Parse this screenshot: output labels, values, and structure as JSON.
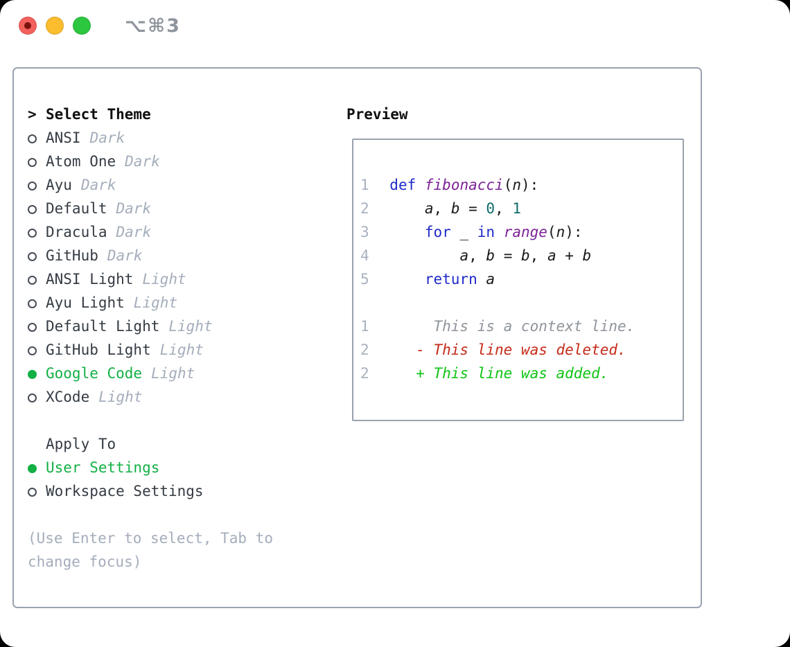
{
  "window": {
    "title": "⌥⌘3"
  },
  "theme_selector": {
    "prompt": ">",
    "title": "Select Theme",
    "items": [
      {
        "name": "ANSI",
        "variant": "Dark",
        "selected": false
      },
      {
        "name": "Atom One",
        "variant": "Dark",
        "selected": false
      },
      {
        "name": "Ayu",
        "variant": "Dark",
        "selected": false
      },
      {
        "name": "Default",
        "variant": "Dark",
        "selected": false
      },
      {
        "name": "Dracula",
        "variant": "Dark",
        "selected": false
      },
      {
        "name": "GitHub",
        "variant": "Dark",
        "selected": false
      },
      {
        "name": "ANSI Light",
        "variant": "Light",
        "selected": false
      },
      {
        "name": "Ayu Light",
        "variant": "Light",
        "selected": false
      },
      {
        "name": "Default Light",
        "variant": "Light",
        "selected": false
      },
      {
        "name": "GitHub Light",
        "variant": "Light",
        "selected": false
      },
      {
        "name": "Google Code",
        "variant": "Light",
        "selected": true
      },
      {
        "name": "XCode",
        "variant": "Light",
        "selected": false
      }
    ]
  },
  "apply_to": {
    "title": "Apply To",
    "options": [
      {
        "label": "User Settings",
        "selected": true
      },
      {
        "label": "Workspace Settings",
        "selected": false
      }
    ]
  },
  "hint": {
    "text": "(Use Enter to select, Tab to change focus)"
  },
  "preview": {
    "title": "Preview",
    "lines": [
      {
        "num": "1",
        "segments": [
          {
            "t": "  ",
            "c": "pl"
          },
          {
            "t": "def",
            "c": "kw"
          },
          {
            "t": " ",
            "c": "pl"
          },
          {
            "t": "fibonacci",
            "c": "fn"
          },
          {
            "t": "(",
            "c": "pl"
          },
          {
            "t": "n",
            "c": "va"
          },
          {
            "t": "):",
            "c": "pl"
          }
        ]
      },
      {
        "num": "2",
        "segments": [
          {
            "t": "      ",
            "c": "pl"
          },
          {
            "t": "a",
            "c": "va"
          },
          {
            "t": ", ",
            "c": "pl"
          },
          {
            "t": "b",
            "c": "va"
          },
          {
            "t": " = ",
            "c": "pl"
          },
          {
            "t": "0",
            "c": "nu"
          },
          {
            "t": ", ",
            "c": "pl"
          },
          {
            "t": "1",
            "c": "nu"
          }
        ]
      },
      {
        "num": "3",
        "segments": [
          {
            "t": "      ",
            "c": "pl"
          },
          {
            "t": "for",
            "c": "kw"
          },
          {
            "t": " _ ",
            "c": "pl"
          },
          {
            "t": "in",
            "c": "kw"
          },
          {
            "t": " ",
            "c": "pl"
          },
          {
            "t": "range",
            "c": "fn"
          },
          {
            "t": "(",
            "c": "pl"
          },
          {
            "t": "n",
            "c": "va"
          },
          {
            "t": "):",
            "c": "pl"
          }
        ]
      },
      {
        "num": "4",
        "segments": [
          {
            "t": "          ",
            "c": "pl"
          },
          {
            "t": "a",
            "c": "va"
          },
          {
            "t": ", ",
            "c": "pl"
          },
          {
            "t": "b",
            "c": "va"
          },
          {
            "t": " = ",
            "c": "pl"
          },
          {
            "t": "b",
            "c": "va"
          },
          {
            "t": ", ",
            "c": "pl"
          },
          {
            "t": "a",
            "c": "va"
          },
          {
            "t": " + ",
            "c": "pl"
          },
          {
            "t": "b",
            "c": "va"
          }
        ]
      },
      {
        "num": "5",
        "segments": [
          {
            "t": "      ",
            "c": "pl"
          },
          {
            "t": "return",
            "c": "kw"
          },
          {
            "t": " ",
            "c": "pl"
          },
          {
            "t": "a",
            "c": "va"
          }
        ]
      },
      {
        "blank": true
      },
      {
        "num": "1",
        "segments": [
          {
            "t": "       This is a context line.",
            "c": "cx"
          }
        ]
      },
      {
        "num": "2",
        "segments": [
          {
            "t": "     - This line was deleted.",
            "c": "de"
          }
        ]
      },
      {
        "num": "2",
        "segments": [
          {
            "t": "     + This line was added.",
            "c": "ad"
          }
        ]
      }
    ]
  },
  "colors": {
    "selection_green": "#12b045",
    "keyword_blue": "#1f2ac9",
    "function_purple": "#7c2296",
    "literal_teal": "#0d6b6b",
    "diff_deleted_red": "#c52a18",
    "diff_added_green": "#0ec414",
    "muted_gray": "#a4adbb",
    "border_gray": "#99a2af",
    "traffic_red": "#f4605c",
    "traffic_yellow": "#fbbc2d",
    "traffic_green": "#2cc63f"
  }
}
